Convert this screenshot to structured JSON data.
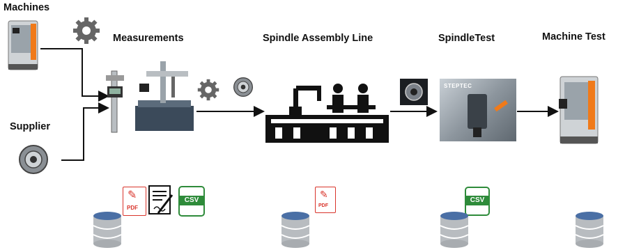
{
  "stages": {
    "machines": "Machines",
    "supplier": "Supplier",
    "measurements": "Measurements",
    "spindle_assembly_line": "Spindle Assembly Line",
    "spindle_test": "SpindleTest",
    "machine_test": "Machine Test"
  },
  "icons": {
    "pdf_label": "PDF",
    "csv_label": "CSV",
    "steptec_label": "STEPTEC"
  },
  "colors": {
    "pdf_red": "#d9342b",
    "csv_green": "#2e8b3a",
    "database_blue": "#4a6fa5",
    "machine_orange": "#f07a1a",
    "arrow": "#111111"
  }
}
